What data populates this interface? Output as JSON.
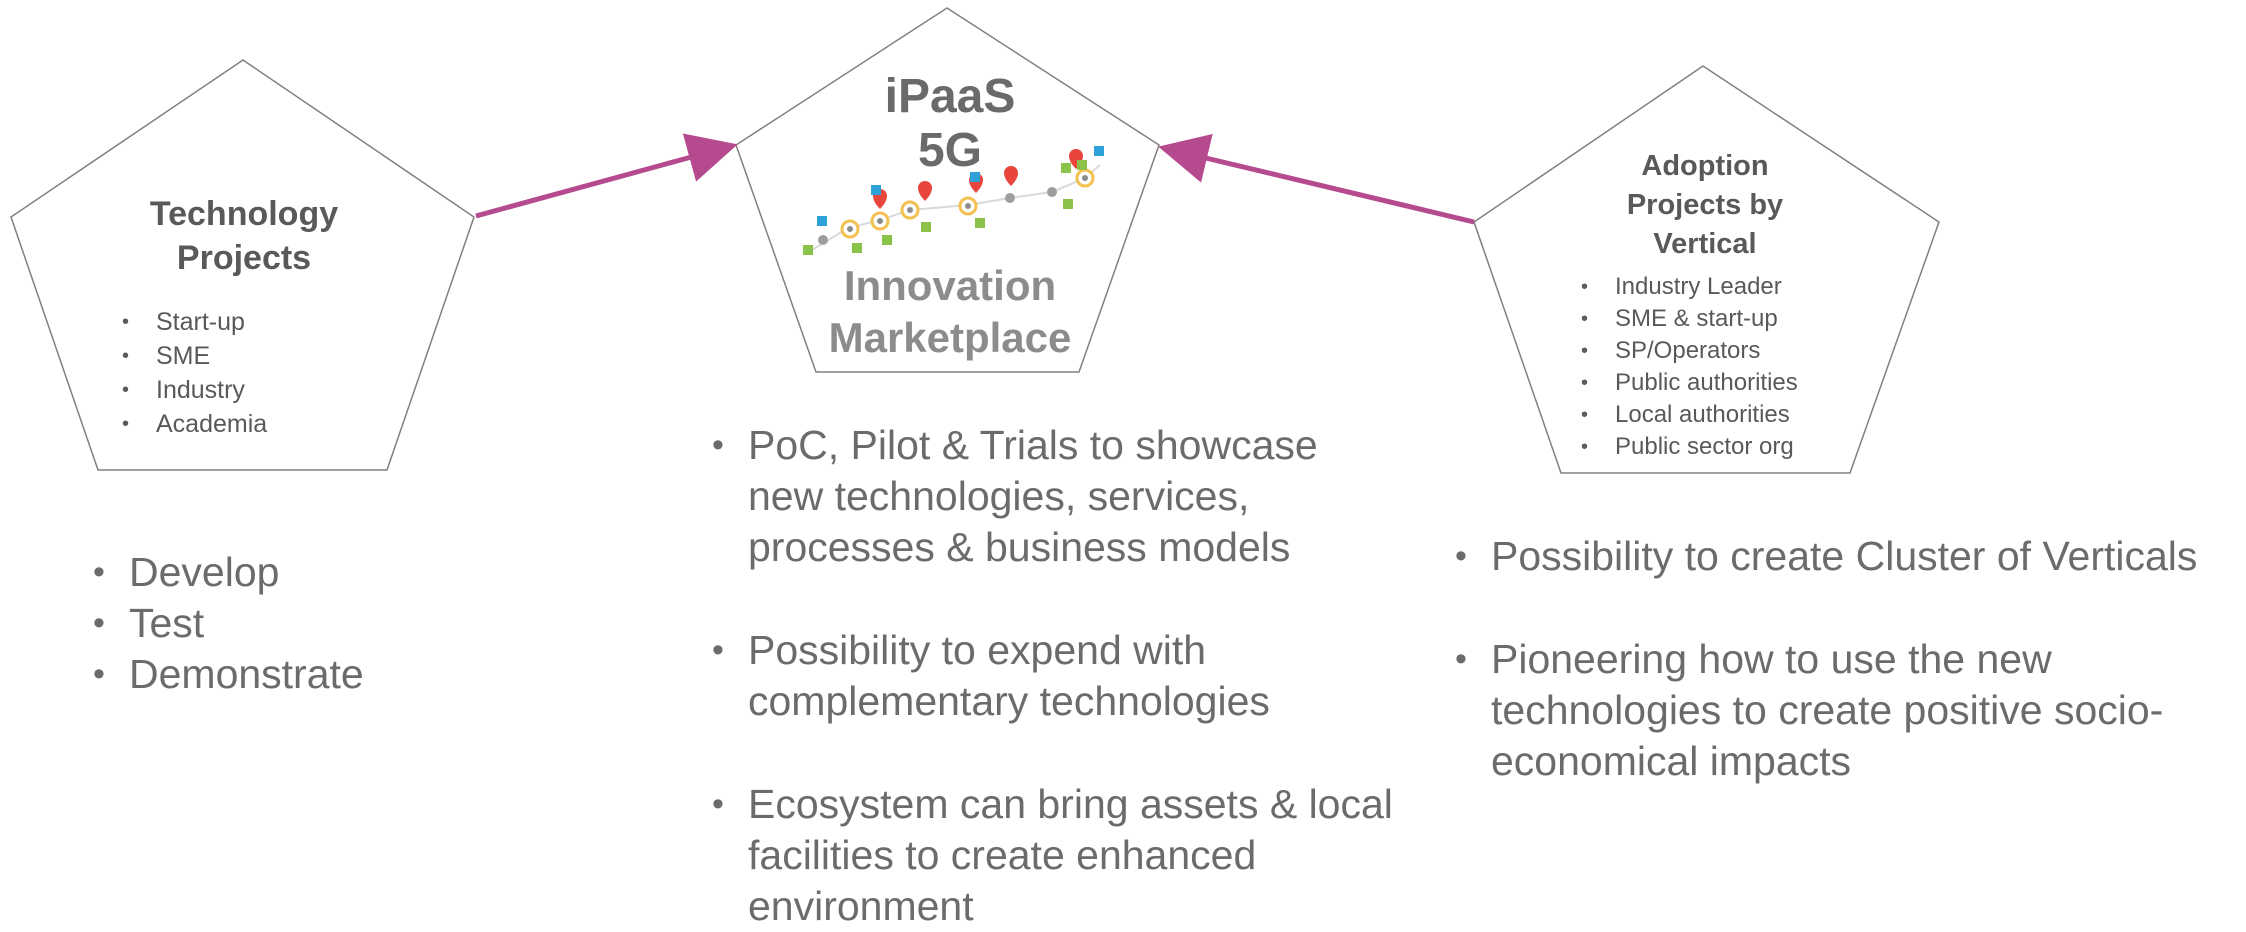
{
  "left_pentagon": {
    "title": [
      "Technology",
      "Projects"
    ],
    "items": [
      "Start-up",
      "SME",
      "Industry",
      "Academia"
    ]
  },
  "center_pentagon": {
    "title": [
      "iPaaS",
      "5G"
    ],
    "subtitle": [
      "Innovation",
      "Marketplace"
    ]
  },
  "right_pentagon": {
    "title": [
      "Adoption",
      "Projects by",
      "Vertical"
    ],
    "items": [
      "Industry Leader",
      "SME & start-up",
      "SP/Operators",
      "Public authorities",
      "Local authorities",
      "Public sector org"
    ]
  },
  "left_bullets": [
    "Develop",
    "Test",
    "Demonstrate"
  ],
  "center_bullets": [
    "PoC, Pilot & Trials to showcase new technologies, services, processes & business models",
    "Possibility to expend with complementary technologies",
    "Ecosystem can bring assets & local facilities to create enhanced environment"
  ],
  "right_bullets": [
    "Possibility to create Cluster of Verticals",
    "Pioneering how to use the new technologies to create positive socio-economical impacts"
  ],
  "colors": {
    "arrow": "#b54b8e",
    "pentagon_stroke": "#808080",
    "text": "#595959",
    "subtitle": "#8c8c8c"
  },
  "network_graphic": {
    "icons": [
      "pin-icon",
      "node-icon",
      "tag-icon"
    ]
  }
}
